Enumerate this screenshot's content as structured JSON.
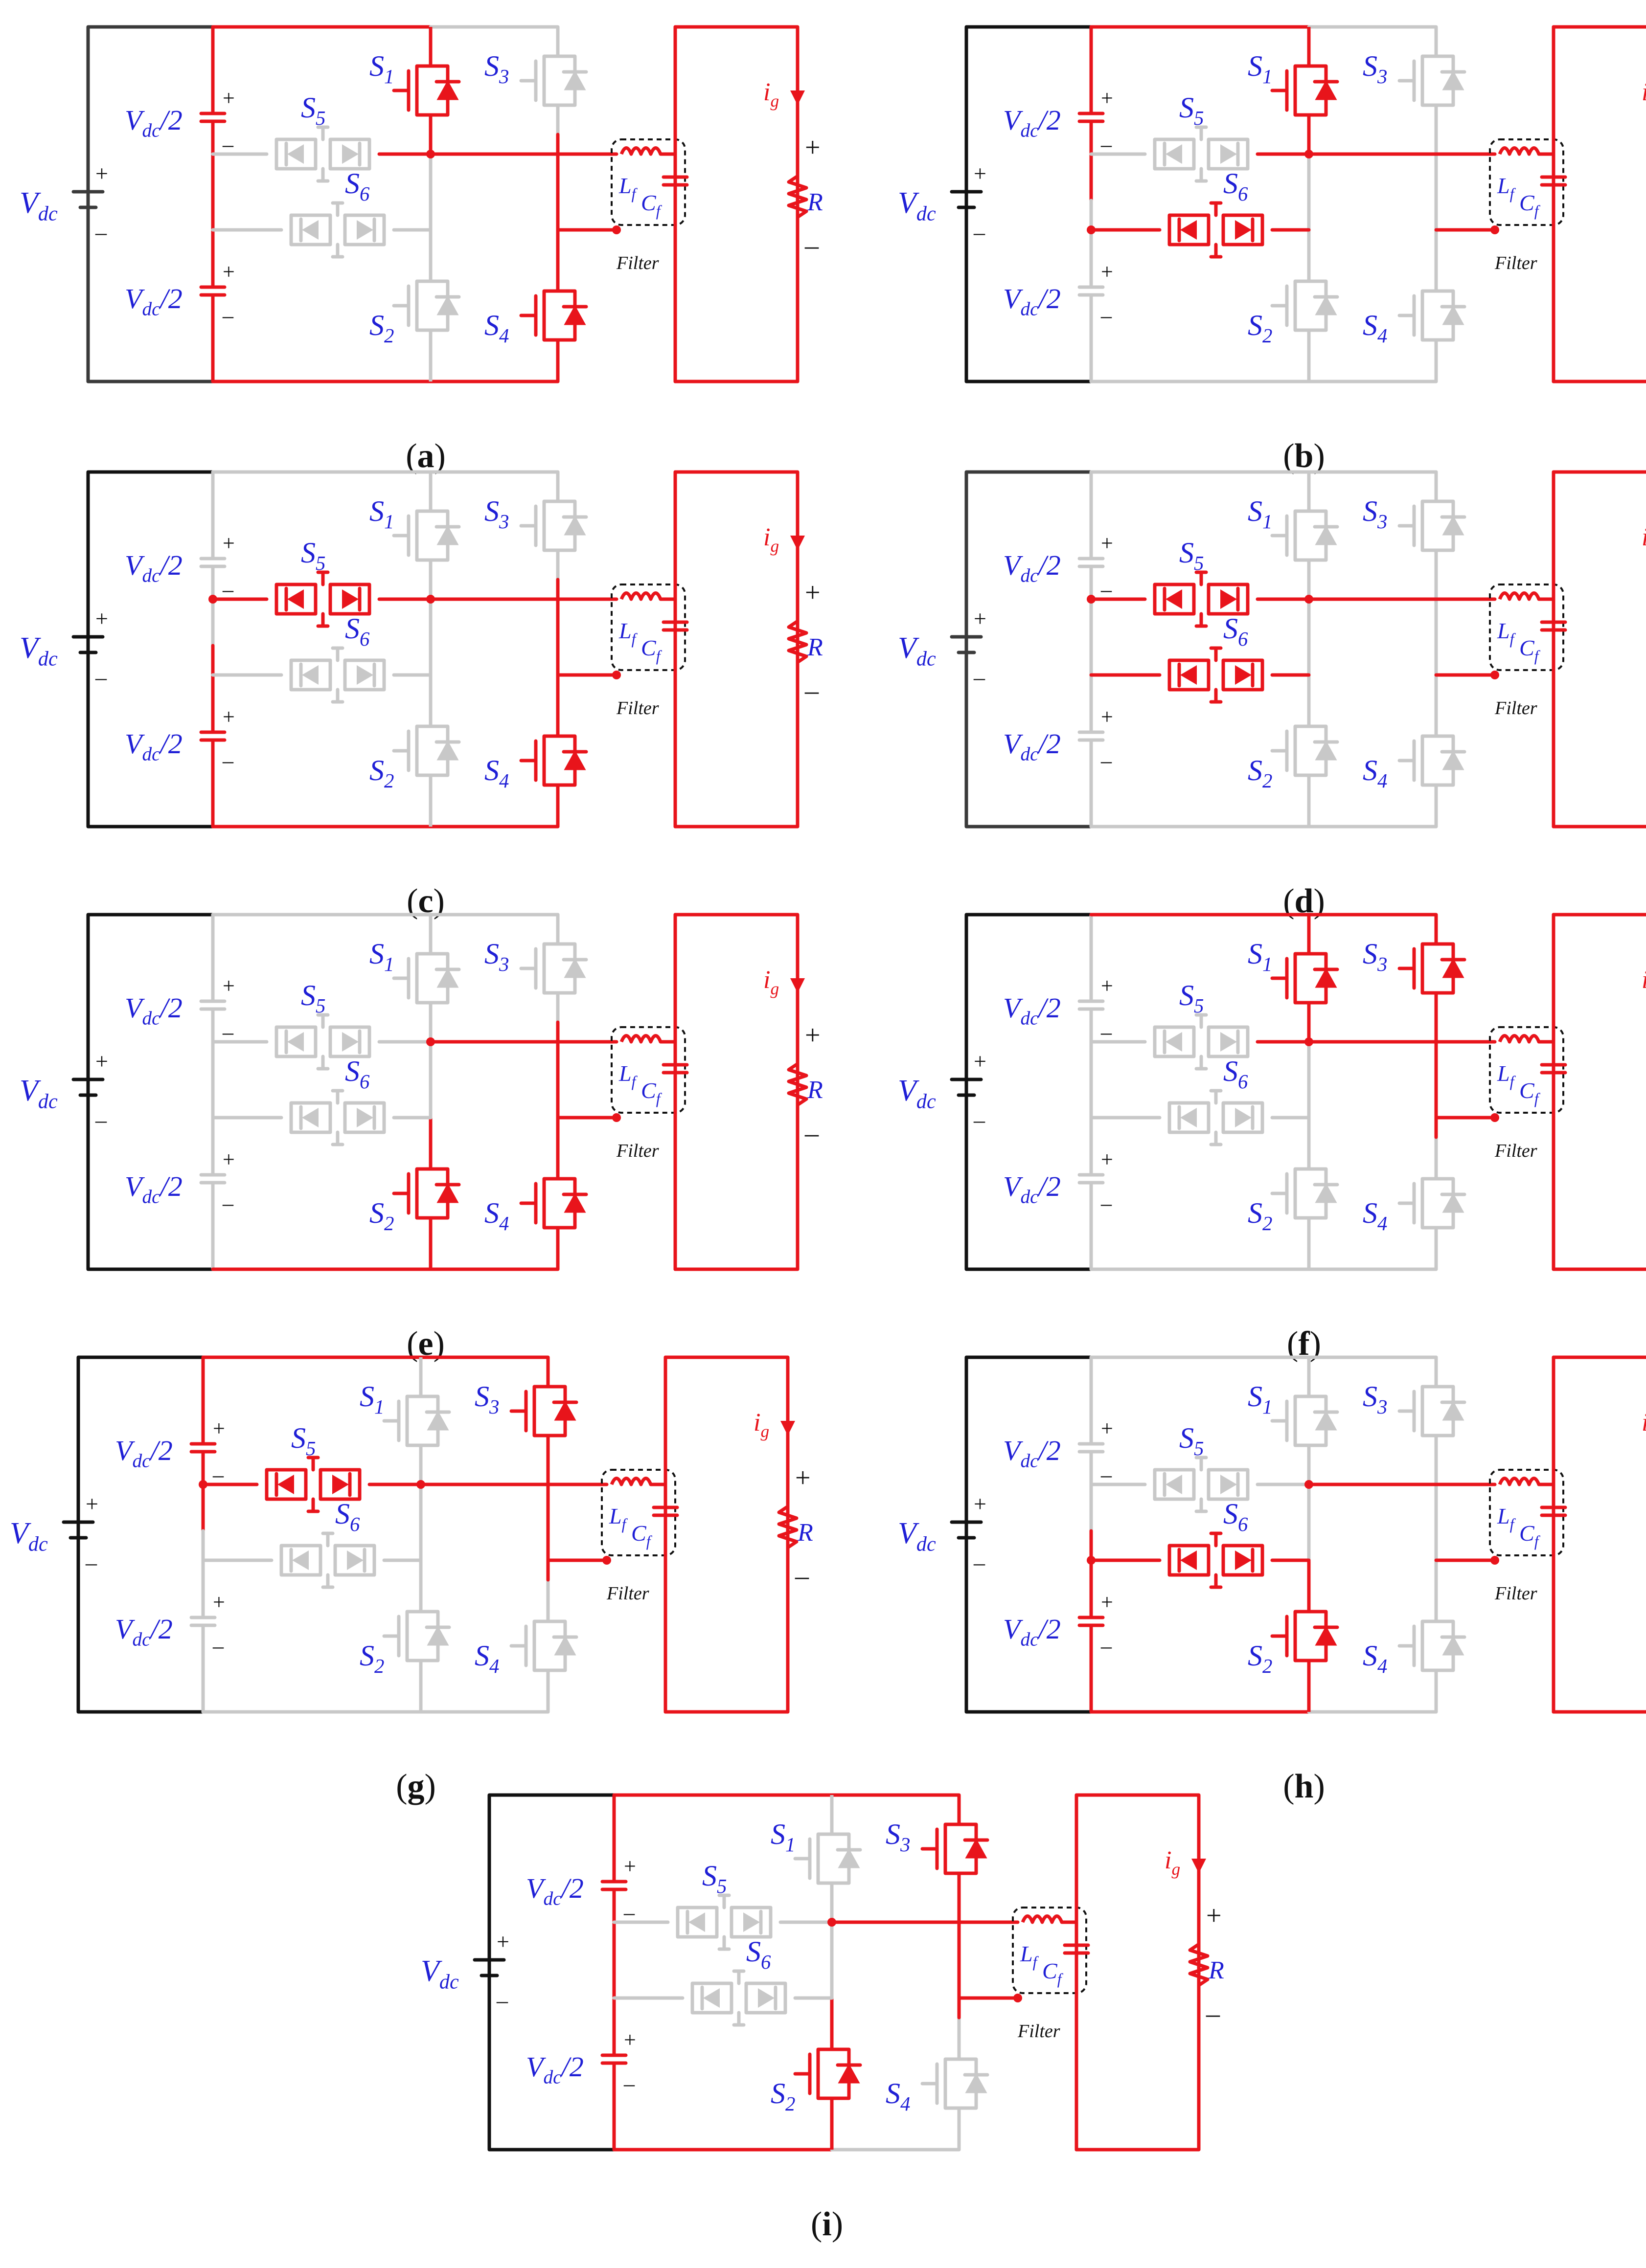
{
  "colors": {
    "active": "#e8141b",
    "inactive": "#c8c8c8",
    "source": "#3a3a3a",
    "label": "#1f1fd6",
    "text": "#111111"
  },
  "labels": {
    "vdc": "V",
    "vdc_sub": "dc",
    "half": "V",
    "half_sub": "dc",
    "half_tail": "/2",
    "plus": "+",
    "minus": "–",
    "S1": "S",
    "S1s": "1",
    "S2": "S",
    "S2s": "2",
    "S3": "S",
    "S3s": "3",
    "S4": "S",
    "S4s": "4",
    "S5": "S",
    "S5s": "5",
    "S6": "S",
    "S6s": "6",
    "Lf": "L",
    "Lfs": "f",
    "Cf": "C",
    "Cfs": "f",
    "filter": "Filter",
    "ig": "i",
    "igs": "g",
    "R": "R"
  },
  "panels": [
    {
      "id": "a",
      "caption": "a",
      "active": {
        "S1": true,
        "S2": false,
        "S3": false,
        "S4": true,
        "S5": false,
        "S6": false,
        "capTop": true,
        "capBot": true,
        "srcDark": false
      }
    },
    {
      "id": "b",
      "caption": "b",
      "active": {
        "S1": true,
        "S2": false,
        "S3": false,
        "S4": false,
        "S5": false,
        "S6": true,
        "capTop": true,
        "capBot": false,
        "srcDark": true
      }
    },
    {
      "id": "c",
      "caption": "c",
      "active": {
        "S1": false,
        "S2": false,
        "S3": false,
        "S4": true,
        "S5": true,
        "S6": false,
        "capTop": false,
        "capBot": true,
        "srcDark": true
      }
    },
    {
      "id": "d",
      "caption": "d",
      "active": {
        "S1": false,
        "S2": false,
        "S3": false,
        "S4": false,
        "S5": true,
        "S6": true,
        "capTop": false,
        "capBot": false,
        "srcDark": false
      }
    },
    {
      "id": "e",
      "caption": "e",
      "active": {
        "S1": false,
        "S2": true,
        "S3": false,
        "S4": true,
        "S5": false,
        "S6": false,
        "capTop": false,
        "capBot": false,
        "srcDark": true
      }
    },
    {
      "id": "f",
      "caption": "f",
      "active": {
        "S1": true,
        "S2": false,
        "S3": true,
        "S4": false,
        "S5": false,
        "S6": false,
        "capTop": false,
        "capBot": false,
        "srcDark": true
      }
    },
    {
      "id": "g",
      "caption": "g",
      "active": {
        "S1": false,
        "S2": false,
        "S3": true,
        "S4": false,
        "S5": true,
        "S6": false,
        "capTop": true,
        "capBot": false,
        "srcDark": true
      }
    },
    {
      "id": "h",
      "caption": "h",
      "active": {
        "S1": false,
        "S2": true,
        "S3": false,
        "S4": false,
        "S5": false,
        "S6": true,
        "capTop": false,
        "capBot": true,
        "srcDark": true
      }
    },
    {
      "id": "i",
      "caption": "i",
      "active": {
        "S1": false,
        "S2": true,
        "S3": true,
        "S4": false,
        "S5": false,
        "S6": false,
        "capTop": true,
        "capBot": true,
        "srcDark": true
      }
    }
  ]
}
